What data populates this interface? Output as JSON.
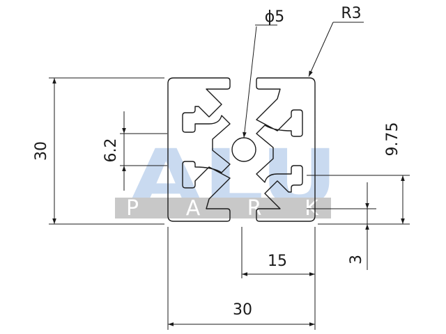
{
  "watermark": {
    "brand_top": "ALU",
    "brand_bottom_letters": [
      "P",
      "A",
      "R",
      "K"
    ],
    "colors": {
      "brand_blue": "#c9daf0",
      "band_gray": "#c8c8c8",
      "band_text": "#ffffff"
    }
  },
  "dimensions": {
    "hole_diameter": "ϕ5",
    "corner_radius": "R3",
    "overall_height": "30",
    "slot_opening": "6.2",
    "slot_offset": "9.75",
    "half_width": "15",
    "wall_thickness": "3",
    "overall_width": "30"
  },
  "colors": {
    "line": "#1a1a1a",
    "profile_fill": "#ffffff"
  }
}
